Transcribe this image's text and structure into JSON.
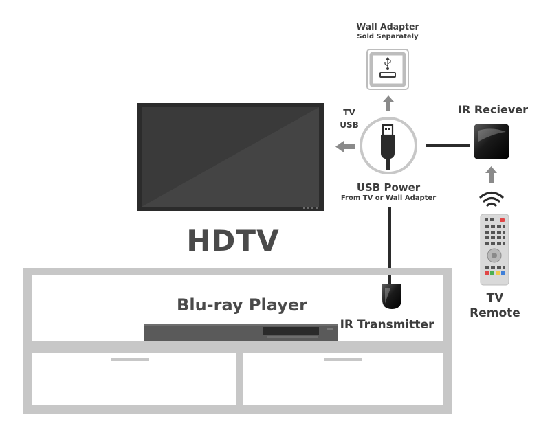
{
  "labels": {
    "wall_adapter": "Wall Adapter",
    "sold_separately": "Sold Separately",
    "tv": "TV",
    "usb": "USB",
    "ir_receiver": "IR Reciever",
    "usb_power": "USB Power",
    "usb_power_sub": "From TV or Wall Adapter",
    "hdtv": "HDTV",
    "bluray_player": "Blu-ray Player",
    "ir_transmitter": "IR Transmitter",
    "tv_remote_line1": "TV",
    "tv_remote_line2": "Remote"
  },
  "colors": {
    "text": "#3d3d3d",
    "tv_bezel": "#2b2b2b",
    "tv_screen": "#3a3a3a",
    "furniture": "#c7c7c7",
    "arrow": "#8a8a8a",
    "remote_body": "#d9d9d9",
    "remote_red_button": "#e04646"
  },
  "icons": {
    "usb_port": "usb-port-icon",
    "usb_plug": "usb-plug-icon",
    "wifi": "wifi-signal-icon",
    "remote": "tv-remote-icon"
  }
}
